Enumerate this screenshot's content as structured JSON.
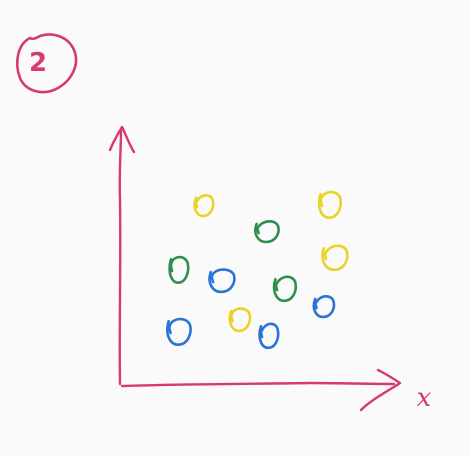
{
  "badge": {
    "label": "2"
  },
  "colors": {
    "axis": "#d63a72",
    "badge": "#d63a72",
    "yellow": "#e9d32a",
    "green": "#2f8f4e",
    "blue": "#2a74d6"
  },
  "chart_data": {
    "type": "scatter",
    "xlabel": "x",
    "ylabel": "",
    "grid": false,
    "xlim": [
      0,
      260
    ],
    "ylim": [
      0,
      260
    ],
    "series": [
      {
        "color_key": "yellow",
        "x": [
          83,
          209,
          214,
          119
        ],
        "y": [
          179,
          180,
          127,
          65
        ]
      },
      {
        "color_key": "green",
        "x": [
          146,
          58,
          164
        ],
        "y": [
          153,
          115,
          96
        ]
      },
      {
        "color_key": "blue",
        "x": [
          101,
          203,
          58,
          148
        ],
        "y": [
          104,
          78,
          53,
          49
        ]
      }
    ]
  }
}
